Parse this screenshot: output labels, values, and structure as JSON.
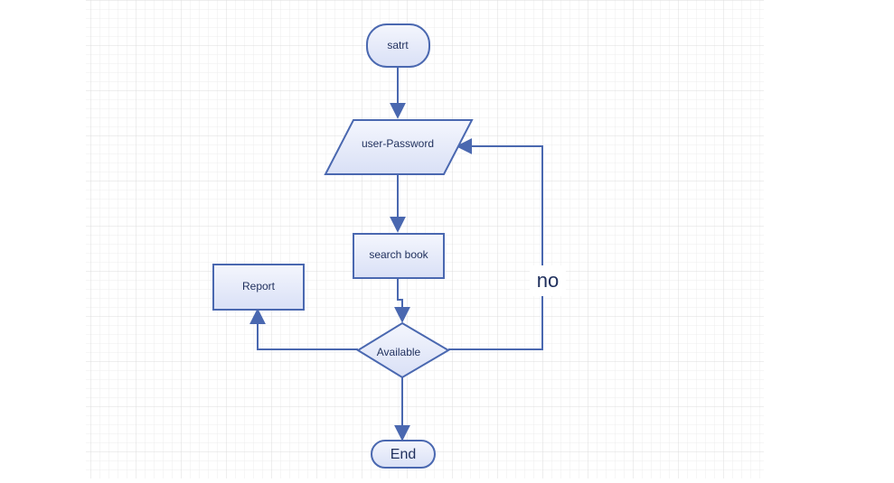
{
  "diagram": {
    "nodes": {
      "start": "satrt",
      "input": "user-Password",
      "process": "search book",
      "report": "Report",
      "decision": "Available",
      "end": "End"
    },
    "edge_labels": {
      "no": "no"
    }
  }
}
